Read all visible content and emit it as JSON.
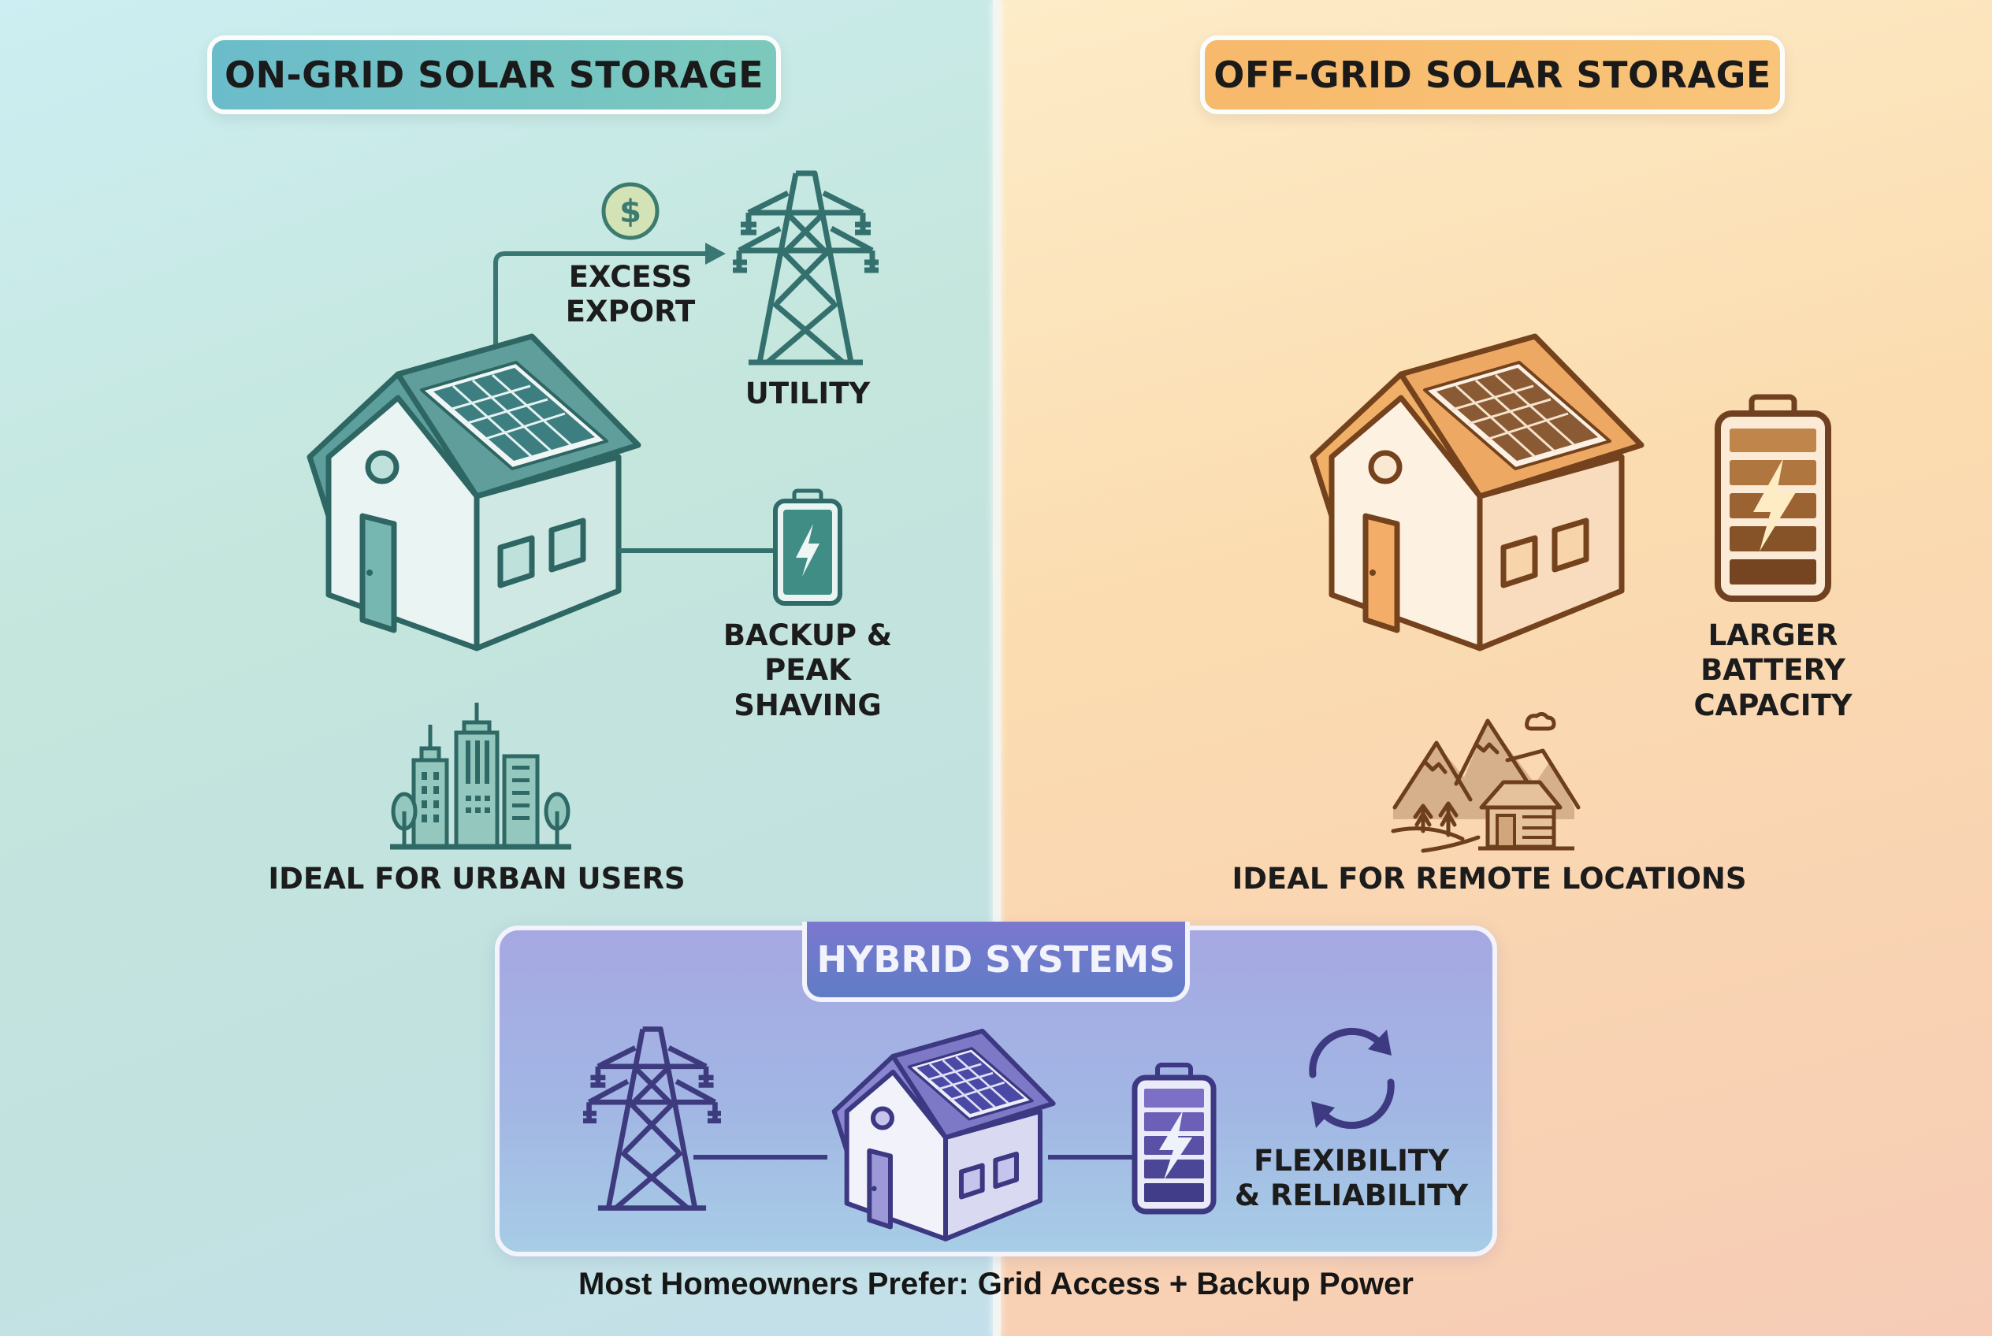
{
  "on_grid": {
    "title": "ON-GRID SOLAR STORAGE",
    "excess_export": [
      "EXCESS",
      "EXPORT"
    ],
    "utility": "UTILITY",
    "backup": [
      "BACKUP &",
      "PEAK SHAVING"
    ],
    "ideal": "IDEAL FOR URBAN USERS",
    "icons": [
      "dollar-coin-icon",
      "arrow-icon",
      "power-tower-icon",
      "house-solar-icon",
      "battery-icon",
      "city-buildings-icon"
    ],
    "colors": {
      "accent": "#2f6f6c",
      "pill": "#74c3c4"
    }
  },
  "off_grid": {
    "title": "OFF-GRID SOLAR STORAGE",
    "battery": [
      "LARGER BATTERY",
      "CAPACITY"
    ],
    "ideal": "IDEAL FOR REMOTE LOCATIONS",
    "icons": [
      "house-solar-icon",
      "large-battery-icon",
      "mountain-cabin-icon"
    ],
    "colors": {
      "accent": "#6e3f1c",
      "pill": "#f8bf72"
    }
  },
  "hybrid": {
    "title": "HYBRID SYSTEMS",
    "benefit": [
      "FLEXIBILITY",
      "& RELIABILITY"
    ],
    "icons": [
      "power-tower-icon",
      "house-solar-icon",
      "battery-icon",
      "cycle-arrows-icon"
    ],
    "colors": {
      "accent": "#3f3b82",
      "pill": "#6d7acb"
    }
  },
  "footer": "Most Homeowners Prefer: Grid Access + Backup Power"
}
